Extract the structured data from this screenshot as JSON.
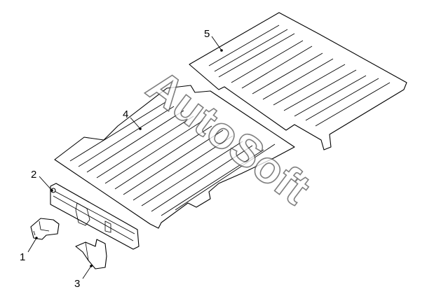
{
  "callouts": [
    {
      "id": "1",
      "text": "1",
      "part": "bracket-clip"
    },
    {
      "id": "2",
      "text": "2",
      "part": "crossmember-rail"
    },
    {
      "id": "3",
      "text": "3",
      "part": "mounting-bracket"
    },
    {
      "id": "4",
      "text": "4",
      "part": "front-floor-panel"
    },
    {
      "id": "5",
      "text": "5",
      "part": "rear-floor-panel"
    }
  ],
  "watermark": "AutoSoft",
  "colors": {
    "line": "#000000",
    "background": "#ffffff",
    "watermark_outline": "#555555"
  }
}
